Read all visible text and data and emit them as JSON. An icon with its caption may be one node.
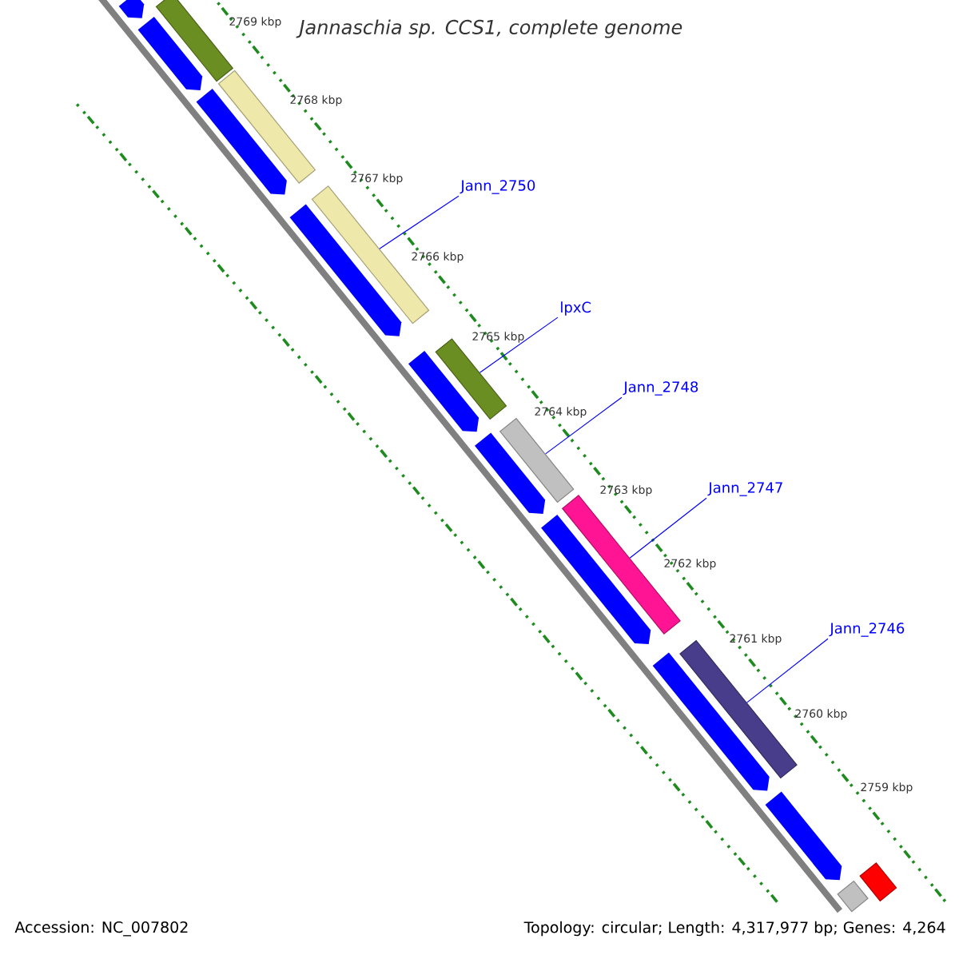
{
  "diagram": {
    "title": "Jannaschia sp. CCS1, complete genome",
    "nodes": [
      {
        "text": [
          "Jann_2750"
        ]
      },
      {
        "text": [
          "lpxC"
        ]
      },
      {
        "text": [
          "Jann_2748"
        ]
      },
      {
        "text": [
          "Jann_2747"
        ]
      },
      {
        "text": [
          "Jann_2746"
        ]
      },
      {
        "text": [],
        "shape": "bar"
      },
      {
        "text": [],
        "shape": "bar"
      },
      {
        "text": [],
        "shape": "bar"
      },
      {
        "text": [],
        "shape": "bar"
      },
      {
        "text": [],
        "shape": "bar"
      },
      {
        "text": [],
        "shape": "bar"
      },
      {
        "text": [],
        "shape": "bar"
      },
      {
        "text": [],
        "shape": "bar"
      },
      {
        "text": [],
        "shape": "bar"
      },
      {
        "text": [],
        "shape": "arrow"
      },
      {
        "text": [],
        "shape": "arrow"
      },
      {
        "text": [],
        "shape": "arrow"
      },
      {
        "text": [],
        "shape": "arrow"
      },
      {
        "text": [],
        "shape": "arrow"
      },
      {
        "text": [],
        "shape": "arrow"
      },
      {
        "text": [],
        "shape": "arrow"
      },
      {
        "text": [],
        "shape": "arrow"
      },
      {
        "text": [],
        "shape": "arrow"
      }
    ],
    "edges": [
      {
        "from": 0,
        "to": 5,
        "arrow": "none"
      },
      {
        "from": 1,
        "to": 6,
        "arrow": "none"
      },
      {
        "from": 2,
        "to": 7,
        "arrow": "none"
      },
      {
        "from": 3,
        "to": 8,
        "arrow": "none"
      },
      {
        "from": 4,
        "to": 9,
        "arrow": "none"
      }
    ],
    "labels": [
      "2769 kbp",
      "2768 kbp",
      "2767 kbp",
      "2766 kbp",
      "2765 kbp",
      "2764 kbp",
      "2763 kbp",
      "2762 kbp",
      "2761 kbp",
      "2760 kbp",
      "2759 kbp",
      "Accession: NC_007802",
      "Topology: circular; Length: 4,317,977 bp; Genes: 4,264"
    ]
  }
}
